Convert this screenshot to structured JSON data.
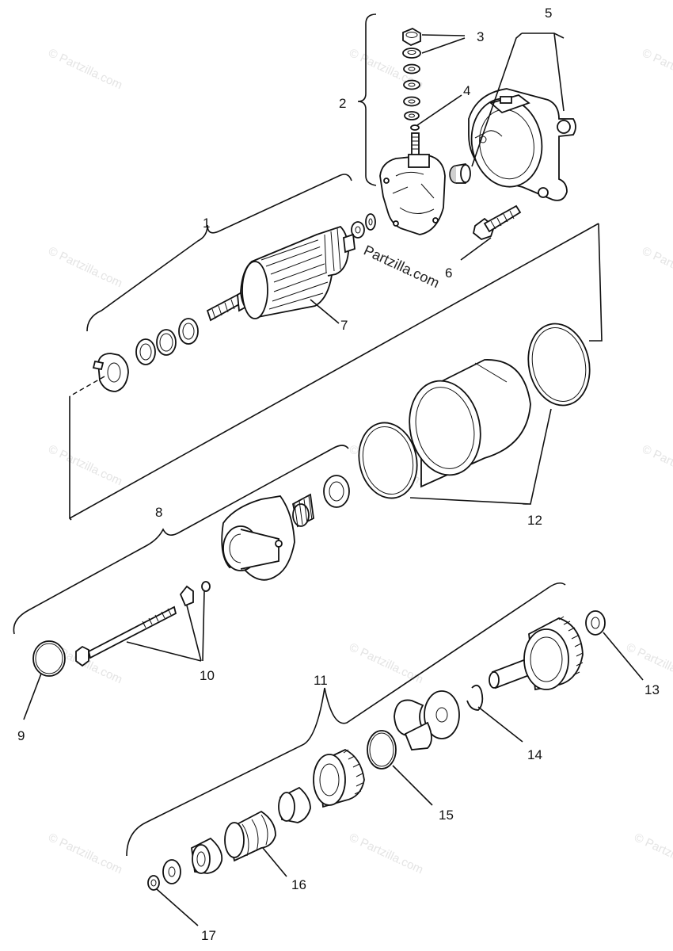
{
  "watermarks": {
    "main": "Partzilla.com",
    "repeat": "© Partzilla.com"
  },
  "callouts": {
    "c1": "1",
    "c2": "2",
    "c3": "3",
    "c4": "4",
    "c5": "5",
    "c6": "6",
    "c7": "7",
    "c8": "8",
    "c9": "9",
    "c10": "10",
    "c11": "11",
    "c12": "12",
    "c13": "13",
    "c14": "14",
    "c15": "15",
    "c16": "16",
    "c17": "17"
  }
}
